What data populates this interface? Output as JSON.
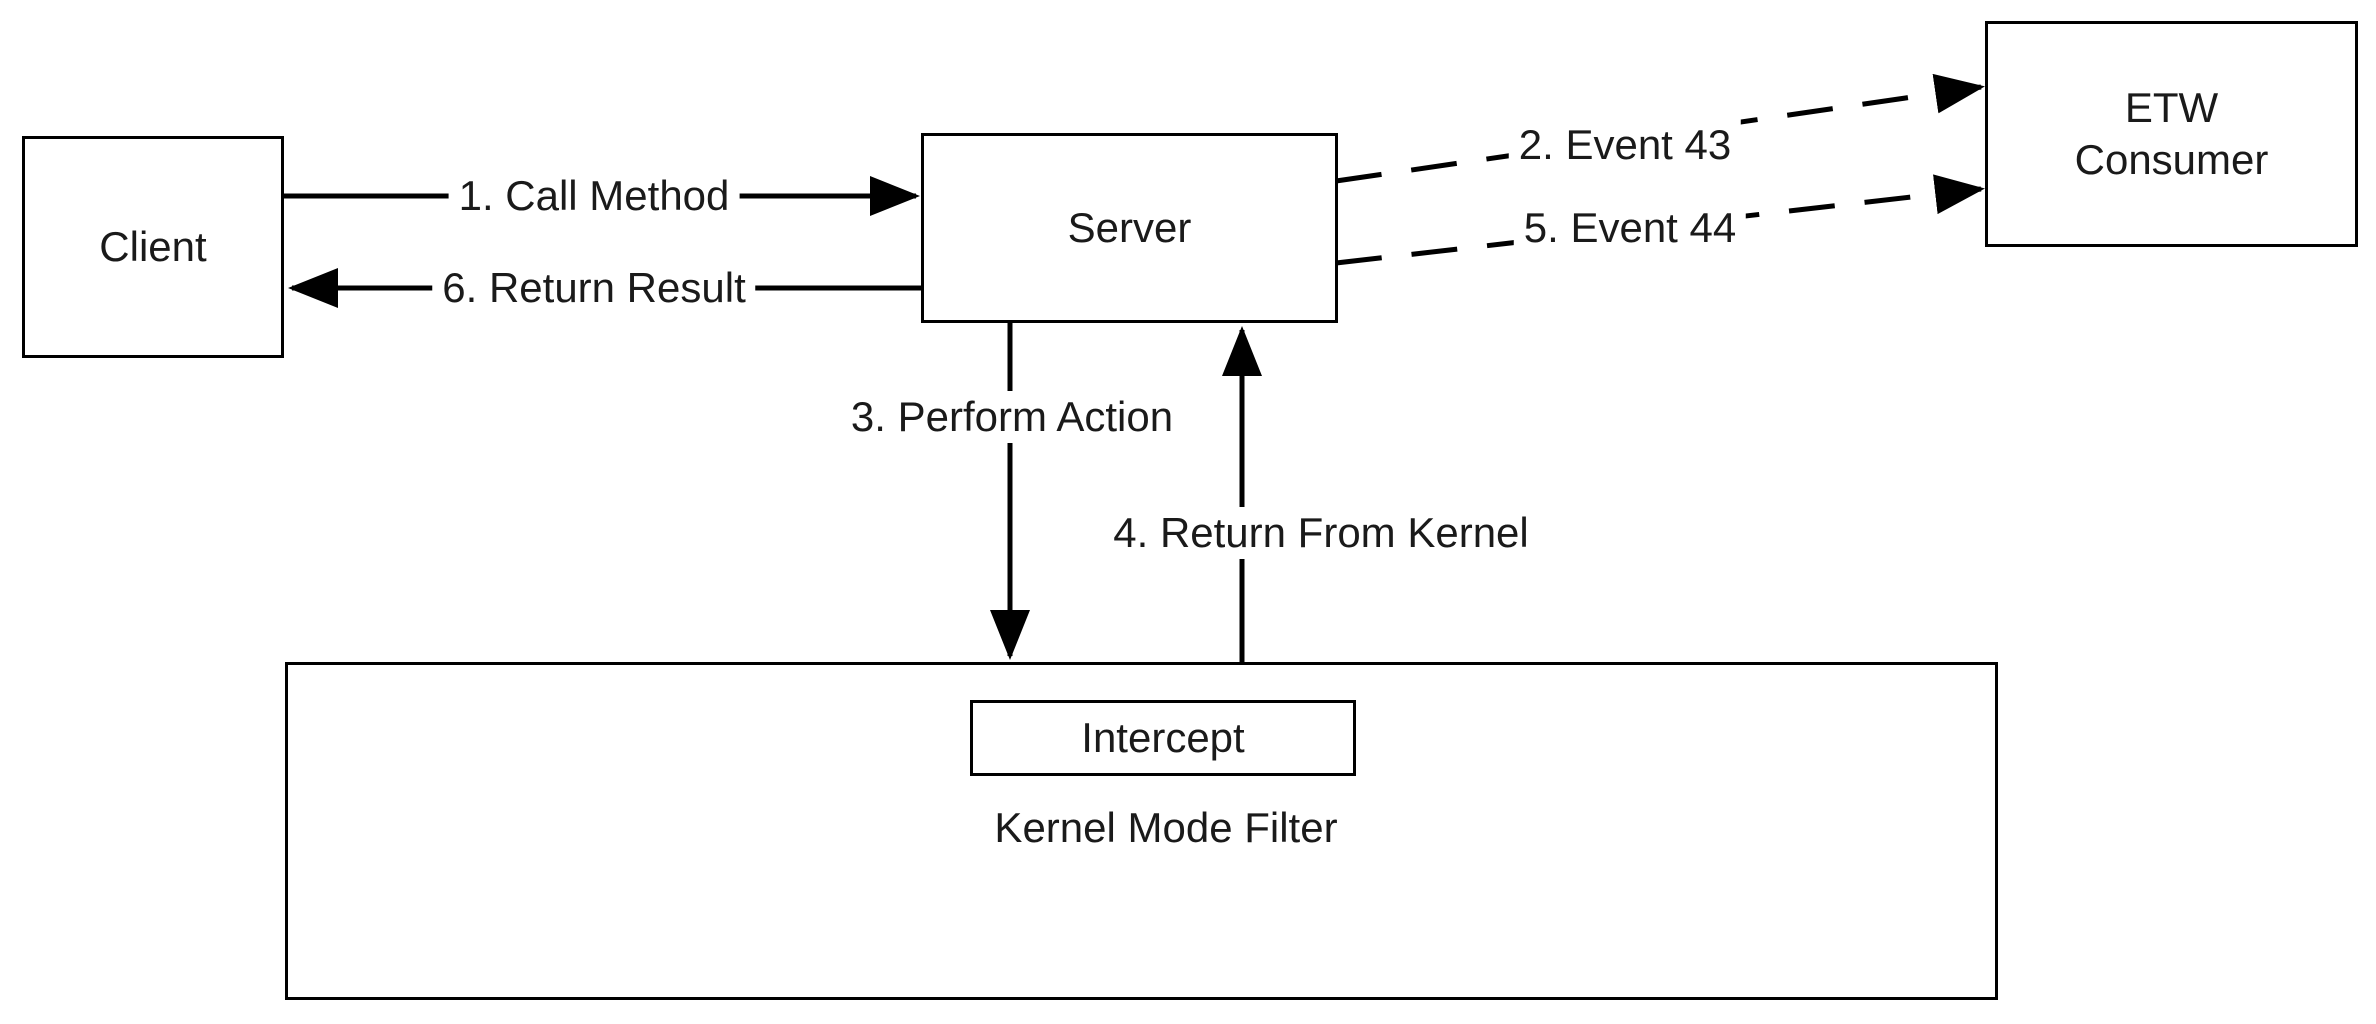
{
  "diagram": {
    "colors": {
      "background": "#ffffff",
      "line": "#000000",
      "text": "#1a1a1a"
    },
    "nodes": [
      {
        "id": "client",
        "label": "Client"
      },
      {
        "id": "server",
        "label": "Server"
      },
      {
        "id": "etw-consumer",
        "label": "ETW Consumer"
      },
      {
        "id": "kernel-mode-filter",
        "label": "Kernel Mode Filter"
      },
      {
        "id": "intercept",
        "label": "Intercept"
      }
    ],
    "edges": [
      {
        "id": "call-method",
        "label": "1. Call Method",
        "from": "Client",
        "to": "Server",
        "style": "solid"
      },
      {
        "id": "event-43",
        "label": "2. Event 43",
        "from": "Server",
        "to": "ETW Consumer",
        "style": "dashed"
      },
      {
        "id": "perform-action",
        "label": "3. Perform Action",
        "from": "Server",
        "to": "Kernel Mode Filter",
        "style": "solid"
      },
      {
        "id": "return-from-kernel",
        "label": "4. Return From Kernel",
        "from": "Kernel Mode Filter",
        "to": "Server",
        "style": "solid"
      },
      {
        "id": "event-44",
        "label": "5. Event 44",
        "from": "Server",
        "to": "ETW Consumer",
        "style": "dashed"
      },
      {
        "id": "return-result",
        "label": "6. Return Result",
        "from": "Server",
        "to": "Client",
        "style": "solid"
      }
    ]
  }
}
